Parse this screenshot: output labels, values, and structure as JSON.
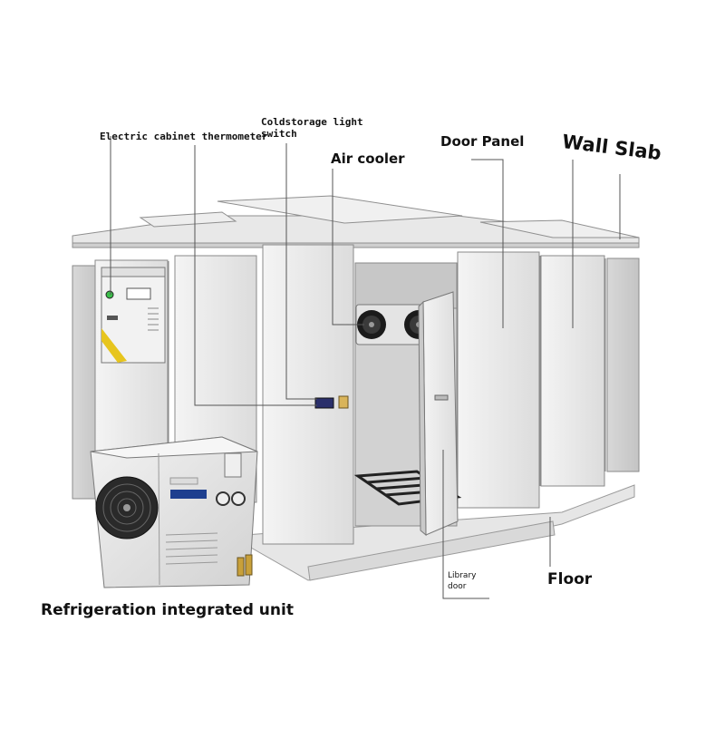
{
  "labels": {
    "electric_cabinet_thermometer": "Electric cabinet thermometer",
    "coldstorage_light_switch_line1": "Coldstorage light",
    "coldstorage_light_switch_line2": "switch",
    "air_cooler": "Air cooler",
    "door_panel": "Door Panel",
    "wall_slab": "Wall Slab",
    "library_door_line1": "Library",
    "library_door_line2": "door",
    "floor": "Floor",
    "refrigeration_integrated_unit": "Refrigeration integrated unit"
  },
  "colors": {
    "panel": "#e9e9e9",
    "panel_shade": "#cfcfcf",
    "outline": "#8a8a8a",
    "leader_line": "#555555",
    "accent_blue": "#1e3f8f",
    "indicator_green": "#3bbf4a",
    "warning_yellow": "#e7c51e"
  }
}
